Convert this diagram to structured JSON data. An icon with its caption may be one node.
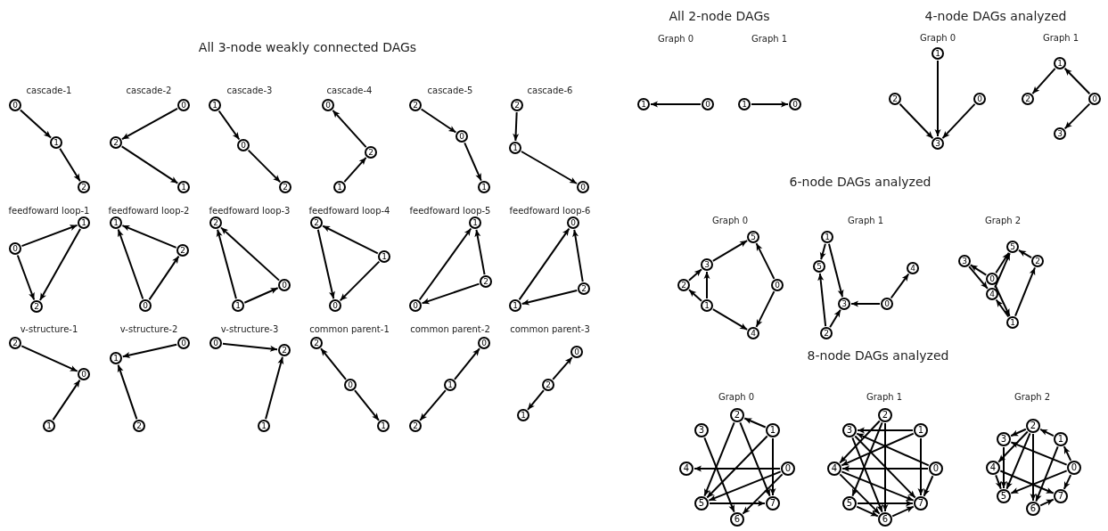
{
  "diagram": {
    "nodes": [
      {
        "text": [
          "0"
        ]
      },
      {
        "text": [
          "1"
        ]
      },
      {
        "text": [
          "2"
        ]
      },
      {
        "text": [
          "0"
        ]
      },
      {
        "text": [
          "1"
        ]
      },
      {
        "text": [
          "2"
        ]
      },
      {
        "text": [
          "0"
        ]
      },
      {
        "text": [
          "1"
        ]
      },
      {
        "text": [
          "2"
        ]
      },
      {
        "text": [
          "0"
        ]
      },
      {
        "text": [
          "1"
        ]
      },
      {
        "text": [
          "2"
        ]
      },
      {
        "text": [
          "0"
        ]
      },
      {
        "text": [
          "1"
        ]
      },
      {
        "text": [
          "2"
        ]
      },
      {
        "text": [
          "0"
        ]
      },
      {
        "text": [
          "1"
        ]
      },
      {
        "text": [
          "2"
        ]
      },
      {
        "text": [
          "0"
        ]
      },
      {
        "text": [
          "1"
        ]
      },
      {
        "text": [
          "2"
        ]
      },
      {
        "text": [
          "0"
        ]
      },
      {
        "text": [
          "1"
        ]
      },
      {
        "text": [
          "2"
        ]
      },
      {
        "text": [
          "0"
        ]
      },
      {
        "text": [
          "1"
        ]
      },
      {
        "text": [
          "2"
        ]
      },
      {
        "text": [
          "0"
        ]
      },
      {
        "text": [
          "1"
        ]
      },
      {
        "text": [
          "2"
        ]
      },
      {
        "text": [
          "0"
        ]
      },
      {
        "text": [
          "1"
        ]
      },
      {
        "text": [
          "2"
        ]
      },
      {
        "text": [
          "0"
        ]
      },
      {
        "text": [
          "1"
        ]
      },
      {
        "text": [
          "2"
        ]
      },
      {
        "text": [
          "0"
        ]
      },
      {
        "text": [
          "1"
        ]
      },
      {
        "text": [
          "2"
        ]
      },
      {
        "text": [
          "0"
        ]
      },
      {
        "text": [
          "1"
        ]
      },
      {
        "text": [
          "2"
        ]
      },
      {
        "text": [
          "0"
        ]
      },
      {
        "text": [
          "1"
        ]
      },
      {
        "text": [
          "2"
        ]
      },
      {
        "text": [
          "0"
        ]
      },
      {
        "text": [
          "1"
        ]
      },
      {
        "text": [
          "2"
        ]
      },
      {
        "text": [
          "0"
        ]
      },
      {
        "text": [
          "1"
        ]
      },
      {
        "text": [
          "2"
        ]
      },
      {
        "text": [
          "0"
        ]
      },
      {
        "text": [
          "1"
        ]
      },
      {
        "text": [
          "2"
        ]
      },
      {
        "text": [
          "0"
        ]
      },
      {
        "text": [
          "1"
        ]
      },
      {
        "text": [
          "0"
        ]
      },
      {
        "text": [
          "1"
        ]
      },
      {
        "text": [
          "0"
        ]
      },
      {
        "text": [
          "1"
        ]
      },
      {
        "text": [
          "2"
        ]
      },
      {
        "text": [
          "3"
        ]
      },
      {
        "text": [
          "0"
        ]
      },
      {
        "text": [
          "1"
        ]
      },
      {
        "text": [
          "2"
        ]
      },
      {
        "text": [
          "3"
        ]
      },
      {
        "text": [
          "0"
        ]
      },
      {
        "text": [
          "1"
        ]
      },
      {
        "text": [
          "2"
        ]
      },
      {
        "text": [
          "3"
        ]
      },
      {
        "text": [
          "4"
        ]
      },
      {
        "text": [
          "5"
        ]
      },
      {
        "text": [
          "0"
        ]
      },
      {
        "text": [
          "1"
        ]
      },
      {
        "text": [
          "2"
        ]
      },
      {
        "text": [
          "3"
        ]
      },
      {
        "text": [
          "4"
        ]
      },
      {
        "text": [
          "5"
        ]
      },
      {
        "text": [
          "0"
        ]
      },
      {
        "text": [
          "1"
        ]
      },
      {
        "text": [
          "2"
        ]
      },
      {
        "text": [
          "3"
        ]
      },
      {
        "text": [
          "4"
        ]
      },
      {
        "text": [
          "5"
        ]
      },
      {
        "text": [
          "0"
        ]
      },
      {
        "text": [
          "1"
        ]
      },
      {
        "text": [
          "2"
        ]
      },
      {
        "text": [
          "3"
        ]
      },
      {
        "text": [
          "4"
        ]
      },
      {
        "text": [
          "5"
        ]
      },
      {
        "text": [
          "6"
        ]
      },
      {
        "text": [
          "7"
        ]
      },
      {
        "text": [
          "0"
        ]
      },
      {
        "text": [
          "1"
        ]
      },
      {
        "text": [
          "2"
        ]
      },
      {
        "text": [
          "3"
        ]
      },
      {
        "text": [
          "4"
        ]
      },
      {
        "text": [
          "5"
        ]
      },
      {
        "text": [
          "6"
        ]
      },
      {
        "text": [
          "7"
        ]
      },
      {
        "text": [
          "0"
        ]
      },
      {
        "text": [
          "1"
        ]
      },
      {
        "text": [
          "2"
        ]
      },
      {
        "text": [
          "3"
        ]
      },
      {
        "text": [
          "4"
        ]
      },
      {
        "text": [
          "5"
        ]
      },
      {
        "text": [
          "6"
        ]
      },
      {
        "text": [
          "7"
        ]
      }
    ],
    "edges": [
      {
        "from": 0,
        "to": 1,
        "arrow": "to"
      },
      {
        "from": 1,
        "to": 2,
        "arrow": "to"
      },
      {
        "from": 3,
        "to": 5,
        "arrow": "to"
      },
      {
        "from": 5,
        "to": 4,
        "arrow": "to"
      },
      {
        "from": 7,
        "to": 6,
        "arrow": "to"
      },
      {
        "from": 6,
        "to": 8,
        "arrow": "to"
      },
      {
        "from": 10,
        "to": 11,
        "arrow": "to"
      },
      {
        "from": 11,
        "to": 9,
        "arrow": "to"
      },
      {
        "from": 14,
        "to": 12,
        "arrow": "to"
      },
      {
        "from": 12,
        "to": 13,
        "arrow": "to"
      },
      {
        "from": 17,
        "to": 16,
        "arrow": "to"
      },
      {
        "from": 16,
        "to": 15,
        "arrow": "to"
      },
      {
        "from": 18,
        "to": 19,
        "arrow": "to"
      },
      {
        "from": 18,
        "to": 20,
        "arrow": "to"
      },
      {
        "from": 19,
        "to": 20,
        "arrow": "to"
      },
      {
        "from": 21,
        "to": 22,
        "arrow": "to"
      },
      {
        "from": 21,
        "to": 23,
        "arrow": "to"
      },
      {
        "from": 23,
        "to": 22,
        "arrow": "to"
      },
      {
        "from": 25,
        "to": 26,
        "arrow": "to"
      },
      {
        "from": 24,
        "to": 26,
        "arrow": "to"
      },
      {
        "from": 25,
        "to": 24,
        "arrow": "to"
      },
      {
        "from": 29,
        "to": 27,
        "arrow": "to"
      },
      {
        "from": 28,
        "to": 29,
        "arrow": "to"
      },
      {
        "from": 28,
        "to": 27,
        "arrow": "to"
      },
      {
        "from": 30,
        "to": 31,
        "arrow": "to"
      },
      {
        "from": 32,
        "to": 31,
        "arrow": "to"
      },
      {
        "from": 32,
        "to": 30,
        "arrow": "to"
      },
      {
        "from": 34,
        "to": 33,
        "arrow": "to"
      },
      {
        "from": 35,
        "to": 33,
        "arrow": "to"
      },
      {
        "from": 35,
        "to": 34,
        "arrow": "to"
      },
      {
        "from": 38,
        "to": 36,
        "arrow": "to"
      },
      {
        "from": 37,
        "to": 36,
        "arrow": "to"
      },
      {
        "from": 39,
        "to": 40,
        "arrow": "to"
      },
      {
        "from": 41,
        "to": 40,
        "arrow": "to"
      },
      {
        "from": 42,
        "to": 44,
        "arrow": "to"
      },
      {
        "from": 43,
        "to": 44,
        "arrow": "to"
      },
      {
        "from": 45,
        "to": 47,
        "arrow": "to"
      },
      {
        "from": 45,
        "to": 46,
        "arrow": "to"
      },
      {
        "from": 49,
        "to": 48,
        "arrow": "to"
      },
      {
        "from": 49,
        "to": 50,
        "arrow": "to"
      },
      {
        "from": 53,
        "to": 51,
        "arrow": "to"
      },
      {
        "from": 53,
        "to": 52,
        "arrow": "to"
      },
      {
        "from": 54,
        "to": 55,
        "arrow": "to"
      },
      {
        "from": 57,
        "to": 56,
        "arrow": "to"
      },
      {
        "from": 59,
        "to": 61,
        "arrow": "to"
      },
      {
        "from": 60,
        "to": 61,
        "arrow": "to"
      },
      {
        "from": 58,
        "to": 61,
        "arrow": "to"
      },
      {
        "from": 62,
        "to": 63,
        "arrow": "to"
      },
      {
        "from": 63,
        "to": 64,
        "arrow": "to"
      },
      {
        "from": 62,
        "to": 65,
        "arrow": "to"
      },
      {
        "from": 69,
        "to": 71,
        "arrow": "to"
      },
      {
        "from": 66,
        "to": 71,
        "arrow": "to"
      },
      {
        "from": 68,
        "to": 69,
        "arrow": "to"
      },
      {
        "from": 67,
        "to": 69,
        "arrow": "to"
      },
      {
        "from": 67,
        "to": 68,
        "arrow": "to"
      },
      {
        "from": 67,
        "to": 70,
        "arrow": "to"
      },
      {
        "from": 66,
        "to": 70,
        "arrow": "to"
      },
      {
        "from": 73,
        "to": 77,
        "arrow": "to"
      },
      {
        "from": 73,
        "to": 75,
        "arrow": "to"
      },
      {
        "from": 72,
        "to": 75,
        "arrow": "to"
      },
      {
        "from": 72,
        "to": 76,
        "arrow": "to"
      },
      {
        "from": 74,
        "to": 77,
        "arrow": "to"
      },
      {
        "from": 74,
        "to": 75,
        "arrow": "to"
      },
      {
        "from": 78,
        "to": 81,
        "arrow": "to"
      },
      {
        "from": 81,
        "to": 82,
        "arrow": "to"
      },
      {
        "from": 78,
        "to": 83,
        "arrow": "to"
      },
      {
        "from": 82,
        "to": 83,
        "arrow": "to"
      },
      {
        "from": 80,
        "to": 83,
        "arrow": "to"
      },
      {
        "from": 79,
        "to": 80,
        "arrow": "to"
      },
      {
        "from": 79,
        "to": 82,
        "arrow": "to"
      },
      {
        "from": 78,
        "to": 79,
        "arrow": "to"
      },
      {
        "from": 85,
        "to": 86,
        "arrow": "to"
      },
      {
        "from": 85,
        "to": 89,
        "arrow": "to"
      },
      {
        "from": 85,
        "to": 91,
        "arrow": "to"
      },
      {
        "from": 84,
        "to": 88,
        "arrow": "to"
      },
      {
        "from": 84,
        "to": 89,
        "arrow": "to"
      },
      {
        "from": 84,
        "to": 90,
        "arrow": "to"
      },
      {
        "from": 86,
        "to": 89,
        "arrow": "to"
      },
      {
        "from": 86,
        "to": 91,
        "arrow": "to"
      },
      {
        "from": 87,
        "to": 90,
        "arrow": "to"
      },
      {
        "from": 89,
        "to": 91,
        "arrow": "to"
      },
      {
        "from": 93,
        "to": 95,
        "arrow": "to"
      },
      {
        "from": 93,
        "to": 96,
        "arrow": "to"
      },
      {
        "from": 94,
        "to": 96,
        "arrow": "to"
      },
      {
        "from": 94,
        "to": 97,
        "arrow": "to"
      },
      {
        "from": 92,
        "to": 96,
        "arrow": "to"
      },
      {
        "from": 92,
        "to": 95,
        "arrow": "to"
      },
      {
        "from": 92,
        "to": 99,
        "arrow": "to"
      },
      {
        "from": 93,
        "to": 99,
        "arrow": "to"
      },
      {
        "from": 95,
        "to": 98,
        "arrow": "to"
      },
      {
        "from": 95,
        "to": 99,
        "arrow": "to"
      },
      {
        "from": 96,
        "to": 98,
        "arrow": "to"
      },
      {
        "from": 96,
        "to": 99,
        "arrow": "to"
      },
      {
        "from": 97,
        "to": 98,
        "arrow": "to"
      },
      {
        "from": 94,
        "to": 98,
        "arrow": "to"
      },
      {
        "from": 98,
        "to": 99,
        "arrow": "to"
      },
      {
        "from": 97,
        "to": 99,
        "arrow": "to"
      },
      {
        "from": 101,
        "to": 102,
        "arrow": "to"
      },
      {
        "from": 100,
        "to": 101,
        "arrow": "to"
      },
      {
        "from": 102,
        "to": 103,
        "arrow": "to"
      },
      {
        "from": 102,
        "to": 104,
        "arrow": "to"
      },
      {
        "from": 102,
        "to": 105,
        "arrow": "to"
      },
      {
        "from": 102,
        "to": 106,
        "arrow": "to"
      },
      {
        "from": 100,
        "to": 103,
        "arrow": "to"
      },
      {
        "from": 100,
        "to": 105,
        "arrow": "to"
      },
      {
        "from": 100,
        "to": 107,
        "arrow": "to"
      },
      {
        "from": 101,
        "to": 106,
        "arrow": "to"
      },
      {
        "from": 103,
        "to": 105,
        "arrow": "to"
      },
      {
        "from": 104,
        "to": 105,
        "arrow": "to"
      },
      {
        "from": 104,
        "to": 107,
        "arrow": "to"
      },
      {
        "from": 106,
        "to": 107,
        "arrow": "to"
      }
    ],
    "labels": [
      "All 3-node weakly connected DAGs",
      "All 2-node DAGs",
      "4-node DAGs analyzed",
      "cascade-1",
      "cascade-2",
      "cascade-3",
      "cascade-4",
      "cascade-5",
      "cascade-6",
      "feedfoward loop-1",
      "feedfoward loop-2",
      "feedfoward loop-3",
      "feedfoward loop-4",
      "feedfoward loop-5",
      "feedfoward loop-6",
      "v-structure-1",
      "v-structure-2",
      "v-structure-3",
      "common parent-1",
      "common parent-2",
      "common parent-3",
      "Graph 0",
      "Graph 1",
      "Graph 0",
      "Graph 1",
      "6-node DAGs analyzed",
      "Graph 0",
      "Graph 1",
      "Graph 2",
      "8-node DAGs analyzed",
      "Graph 0",
      "Graph 1",
      "Graph 2"
    ]
  }
}
